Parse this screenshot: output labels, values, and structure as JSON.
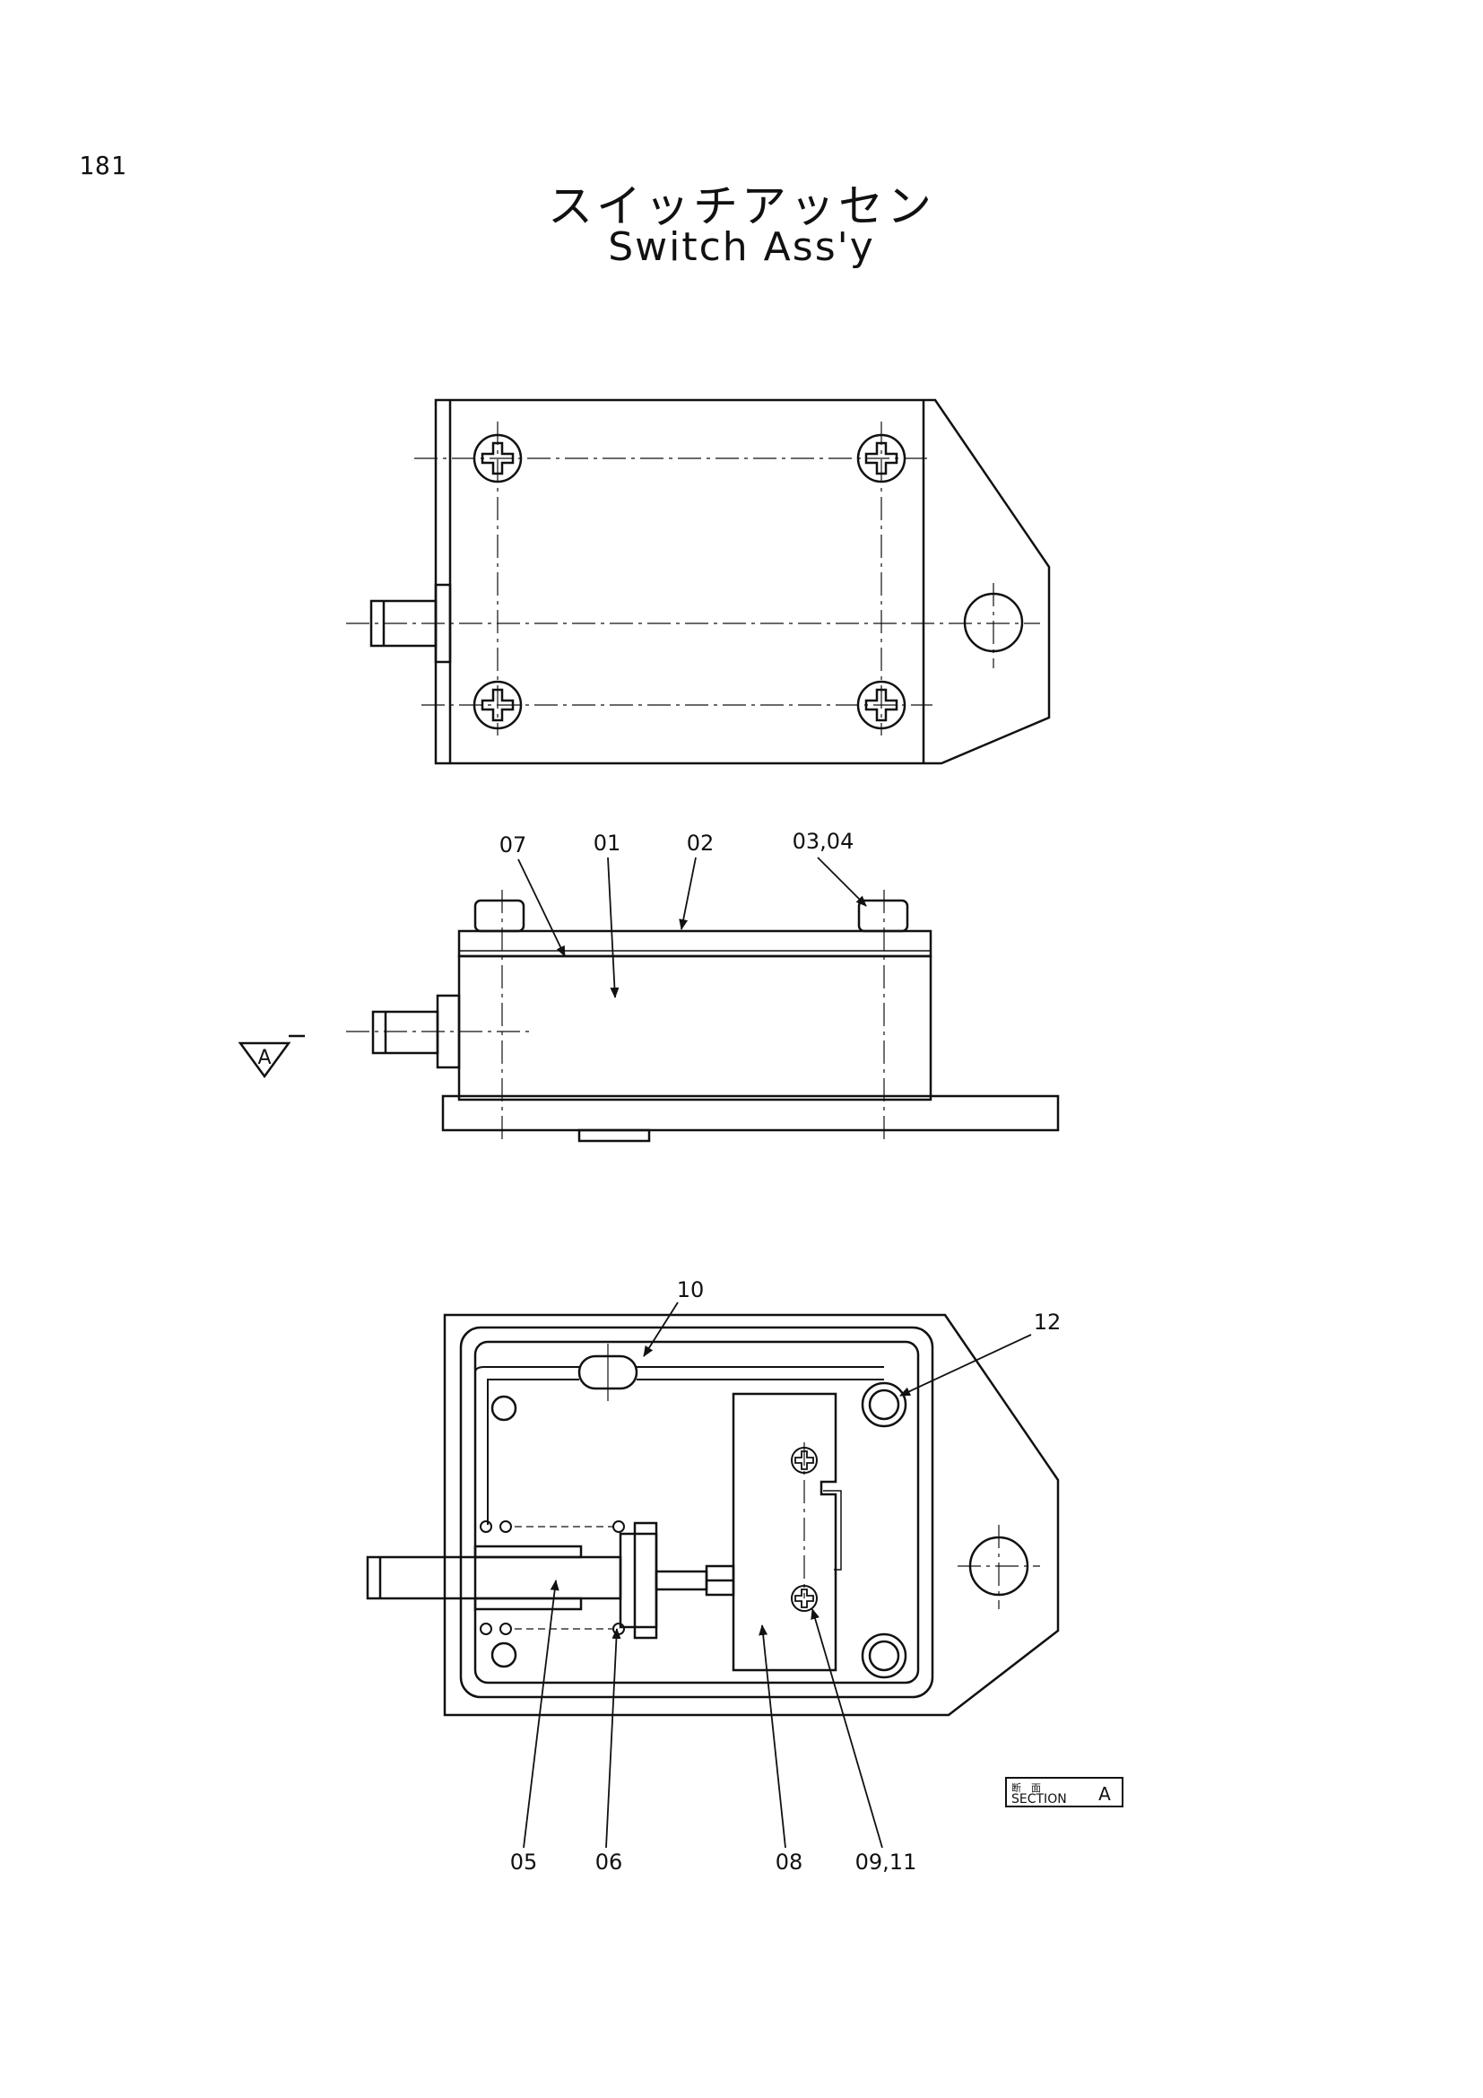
{
  "page_number": "181",
  "title_jp": "スイッチアッセン",
  "title_en": "Switch Ass'y",
  "view_marker": "A",
  "section_box": {
    "jp": "断　面",
    "en": "SECTION",
    "letter": "A"
  },
  "callouts_side": {
    "c07": "07",
    "c01": "01",
    "c02": "02",
    "c0304": "03,04"
  },
  "callouts_section": {
    "c10": "10",
    "c12": "12",
    "c05": "05",
    "c06": "06",
    "c08": "08",
    "c0911": "09,11"
  },
  "icons": [
    "phillips-screw-icon",
    "section-view-arrow-icon"
  ]
}
